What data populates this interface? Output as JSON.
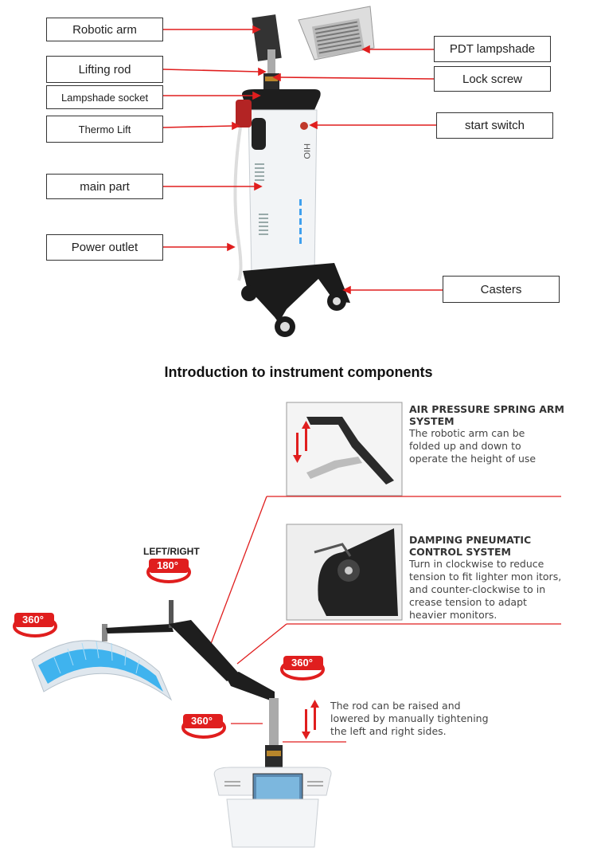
{
  "labels": {
    "robotic_arm": "Robotic arm",
    "lifting_rod": "Lifting rod",
    "lampshade_socket": "Lampshade socket",
    "thermo_lift": "Thermo Lift",
    "main_part": "main part",
    "power_outlet": "Power outlet",
    "pdt_lampshade": "PDT lampshade",
    "lock_screw": "Lock screw",
    "start_switch": "start switch",
    "casters": "Casters"
  },
  "section_title": "Introduction to instrument components",
  "panel_air": {
    "heading_1": "AIR PRESSURE SPRING ARM",
    "heading_2": "SYSTEM",
    "body_1": "The robotic arm can be",
    "body_2": "folded up and down to",
    "body_3": "operate the height of use"
  },
  "panel_damping": {
    "heading_1": "DAMPING PNEUMATIC",
    "heading_2": "CONTROL SYSTEM",
    "body_1": "Turn in clockwise to reduce",
    "body_2": "tension to fit lighter mon itors,",
    "body_3": "and counter-clockwise to in",
    "body_4": "crease tension to adapt",
    "body_5": "heavier monitors."
  },
  "rod_note": {
    "line_1": "The rod can be raised and",
    "line_2": "lowered by manually tightening",
    "line_3": "the left and right sides."
  },
  "rotation": {
    "left_right": "LEFT/RIGHT",
    "deg_180": "180°",
    "deg_360_a": "360°",
    "deg_360_b": "360°",
    "deg_360_c": "360°"
  },
  "colors": {
    "accent_red": "#e01e1e",
    "lamp_blue": "#3fb3ee",
    "panel_border": "#999999"
  }
}
